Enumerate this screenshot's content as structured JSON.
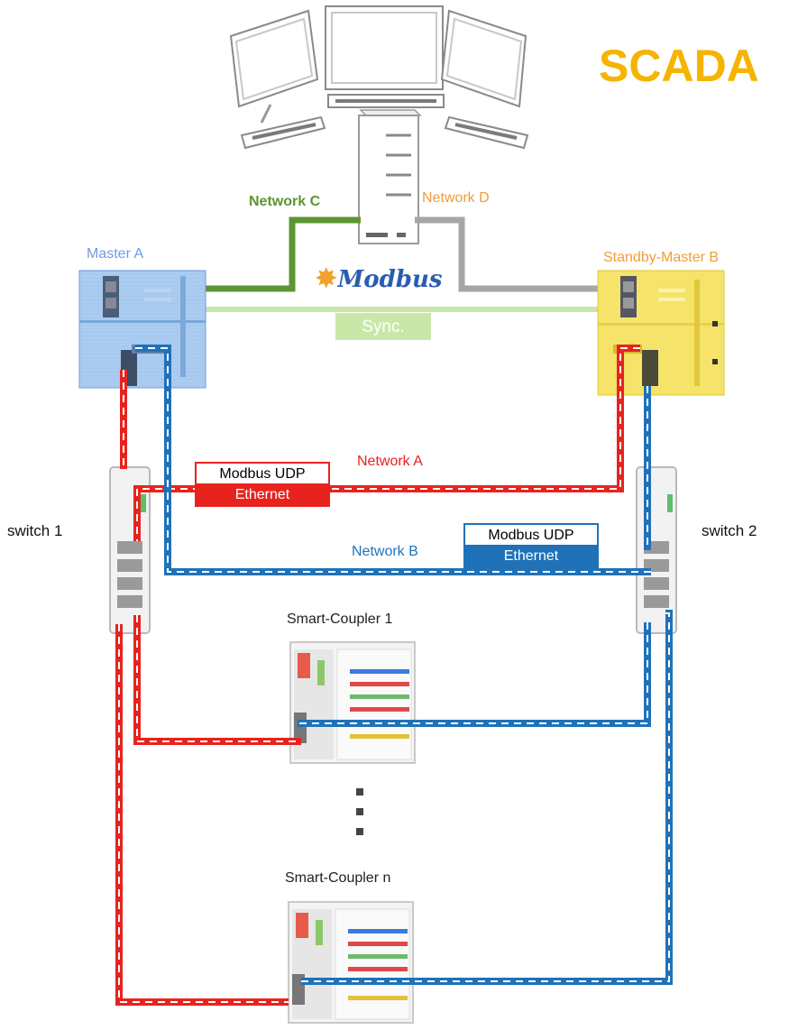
{
  "title": "SCADA",
  "labels": {
    "network_c": "Network C",
    "network_d": "Network D",
    "master_a": "Master A",
    "standby_master_b": "Standby-Master B",
    "modbus_logo": "Modbus",
    "sync": "Sync.",
    "network_a": "Network A",
    "network_b": "Network B",
    "switch_1": "switch 1",
    "switch_2": "switch 2",
    "smart_coupler_1": "Smart-Coupler 1",
    "smart_coupler_n": "Smart-Coupler n"
  },
  "protocol_boxes": {
    "network_a": {
      "top": "Modbus UDP",
      "bottom": "Ethernet"
    },
    "network_b": {
      "top": "Modbus UDP",
      "bottom": "Ethernet"
    }
  },
  "colors": {
    "title": "#f5b400",
    "network_a": "#e8231e",
    "network_b": "#1f72b8",
    "network_c": "#5b9630",
    "network_d": "#a6a6a6",
    "sync": "#c9e8a8",
    "master_a": "#9cc3ee",
    "standby_master_b": "#f5e36a"
  },
  "icons": {
    "scada_workstation": "monitors-and-keyboards-icon",
    "server": "server-tower-icon",
    "controller": "plc-controller-icon",
    "switch": "network-switch-icon",
    "coupler": "io-coupler-icon",
    "ellipsis": "vertical-ellipsis-icon"
  }
}
